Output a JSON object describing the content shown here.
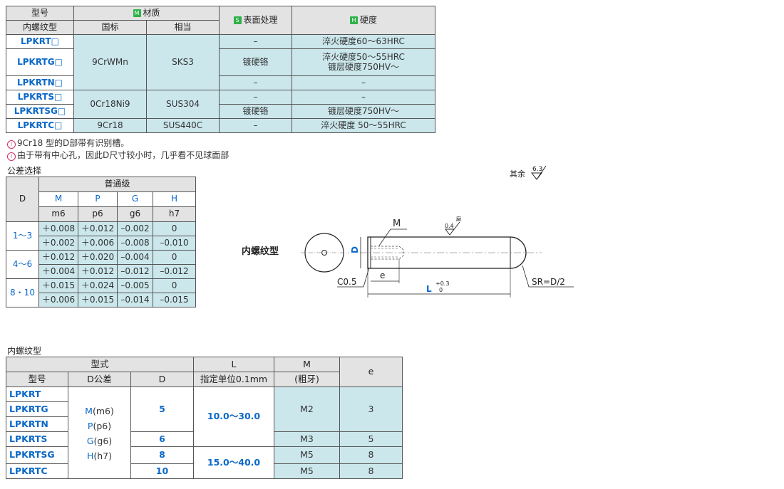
{
  "material_table": {
    "header": {
      "model": "型号",
      "material_badge": "M",
      "material": "材质",
      "surface_badge": "S",
      "surface": "表面处理",
      "hardness_badge": "H",
      "hardness": "硬度",
      "type": "内螺纹型",
      "standard": "国标",
      "equivalent": "相当"
    },
    "rows": [
      {
        "model": "LPKRT□",
        "surface": "–",
        "hardness": "淬火硬度60～63HRC"
      },
      {
        "model": "LPKRTG□",
        "material": "9CrWMn",
        "equivalent": "SKS3",
        "surface": "镀硬铬",
        "hardness_1": "淬火硬度50～55HRC",
        "hardness_2": "镀层硬度750HV～"
      },
      {
        "model": "LPKRTN□",
        "surface": "–",
        "hardness": "–"
      },
      {
        "model": "LPKRTS□",
        "material": "0Cr18Ni9",
        "equivalent": "SUS304",
        "surface": "–",
        "hardness": "–"
      },
      {
        "model": "LPKRTSG□",
        "surface": "镀硬铬",
        "hardness": "镀层硬度750HV～"
      },
      {
        "model": "LPKRTC□",
        "material": "9Cr18",
        "equivalent": "SUS440C",
        "surface": "–",
        "hardness": "淬火硬度 50～55HRC"
      }
    ],
    "notes": [
      "9Cr18  型的D部带有识别槽。",
      "由于带有中心孔，因此D尺寸较小时，几乎看不见球面部"
    ],
    "note_icon": "!"
  },
  "tolerance": {
    "title": "公差选择",
    "d_label": "D",
    "grade": "普通级",
    "cols": [
      "M",
      "P",
      "G",
      "H"
    ],
    "subcols": [
      "m6",
      "p6",
      "g6",
      "h7"
    ],
    "groups": [
      {
        "range": "1～3",
        "rows": [
          [
            "＋0.008",
            "＋0.012",
            "–0.002",
            "0"
          ],
          [
            "＋0.002",
            "＋0.006",
            "–0.008",
            "–0.010"
          ]
        ]
      },
      {
        "range": "4～6",
        "rows": [
          [
            "＋0.012",
            "＋0.020",
            "–0.004",
            "0"
          ],
          [
            "＋0.004",
            "＋0.012",
            "–0.012",
            "–0.012"
          ]
        ]
      },
      {
        "range": "8・10",
        "rows": [
          [
            "＋0.015",
            "＋0.024",
            "–0.005",
            "0"
          ],
          [
            "＋0.006",
            "＋0.015",
            "–0.014",
            "–0.015"
          ]
        ]
      }
    ]
  },
  "drawing": {
    "label": "内螺纹型",
    "rest_label": "其余",
    "rest_roughness": "6.3",
    "m": "M",
    "d": "D",
    "roughness": "0.4",
    "roughness_mark": "磨",
    "c": "C0.5",
    "e": "e",
    "l": "L",
    "l_tol_upper": "+0.3",
    "l_tol_lower": "0",
    "sr": "SR=D/2"
  },
  "spec": {
    "title": "内螺纹型",
    "header": {
      "form": "型式",
      "l": "L",
      "l_sub": "指定单位0.1mm",
      "m": "M",
      "m_sub": "(粗牙)",
      "e": "e",
      "model": "型号",
      "d_tol": "D公差",
      "d": "D"
    },
    "models": [
      "LPKRT",
      "LPKRTG",
      "LPKRTN",
      "LPKRTS",
      "LPKRTSG",
      "LPKRTC"
    ],
    "tol_codes": [
      {
        "code": "M",
        "val": "(m6)"
      },
      {
        "code": "P",
        "val": "(p6)"
      },
      {
        "code": "G",
        "val": "(g6)"
      },
      {
        "code": "H",
        "val": "(h7)"
      }
    ],
    "d_values": [
      "5",
      "6",
      "8",
      "10"
    ],
    "l_values": [
      "10.0～30.0",
      "15.0～40.0"
    ],
    "m_values": [
      "M2",
      "M3",
      "M5",
      "M5"
    ],
    "e_values": [
      "3",
      "5",
      "8",
      "8"
    ]
  }
}
